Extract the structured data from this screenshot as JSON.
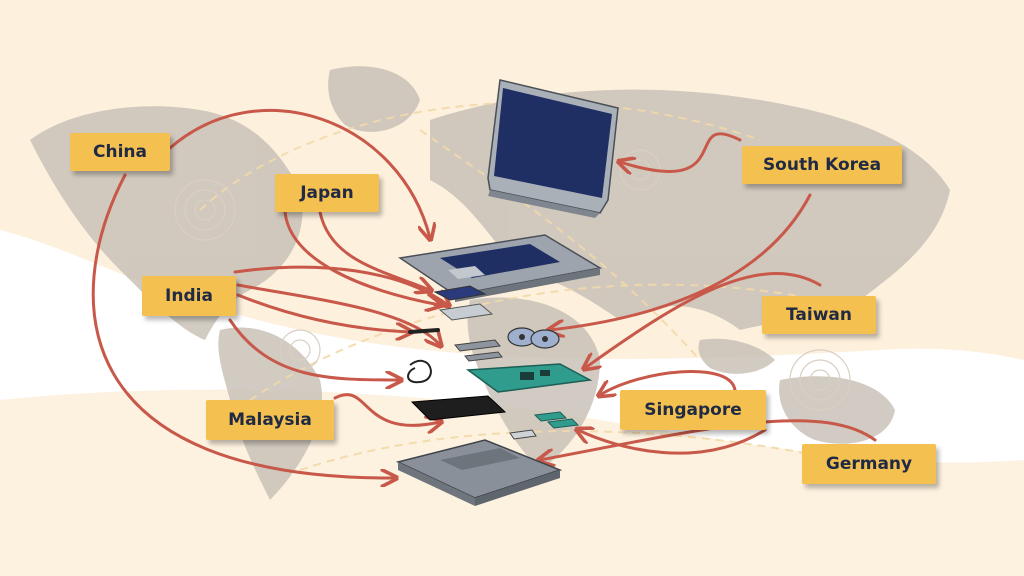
{
  "diagram": {
    "countries": [
      {
        "id": "china",
        "name": "China"
      },
      {
        "id": "japan",
        "name": "Japan"
      },
      {
        "id": "india",
        "name": "India"
      },
      {
        "id": "malaysia",
        "name": "Malaysia"
      },
      {
        "id": "south-korea",
        "name": "South Korea"
      },
      {
        "id": "taiwan",
        "name": "Taiwan"
      },
      {
        "id": "singapore",
        "name": "Singapore"
      },
      {
        "id": "germany",
        "name": "Germany"
      }
    ],
    "colors": {
      "background": "#fdf0dc",
      "label_fill": "#f4c04f",
      "label_text": "#1f2a44",
      "arrow": "#c8594a",
      "map": "#c9c2b8",
      "screen": "#1f2f63"
    },
    "components": [
      "screen",
      "keyboard-deck",
      "battery",
      "heat-sink",
      "fan",
      "motherboard",
      "memory-module",
      "ssd",
      "bottom-case",
      "cables"
    ]
  }
}
